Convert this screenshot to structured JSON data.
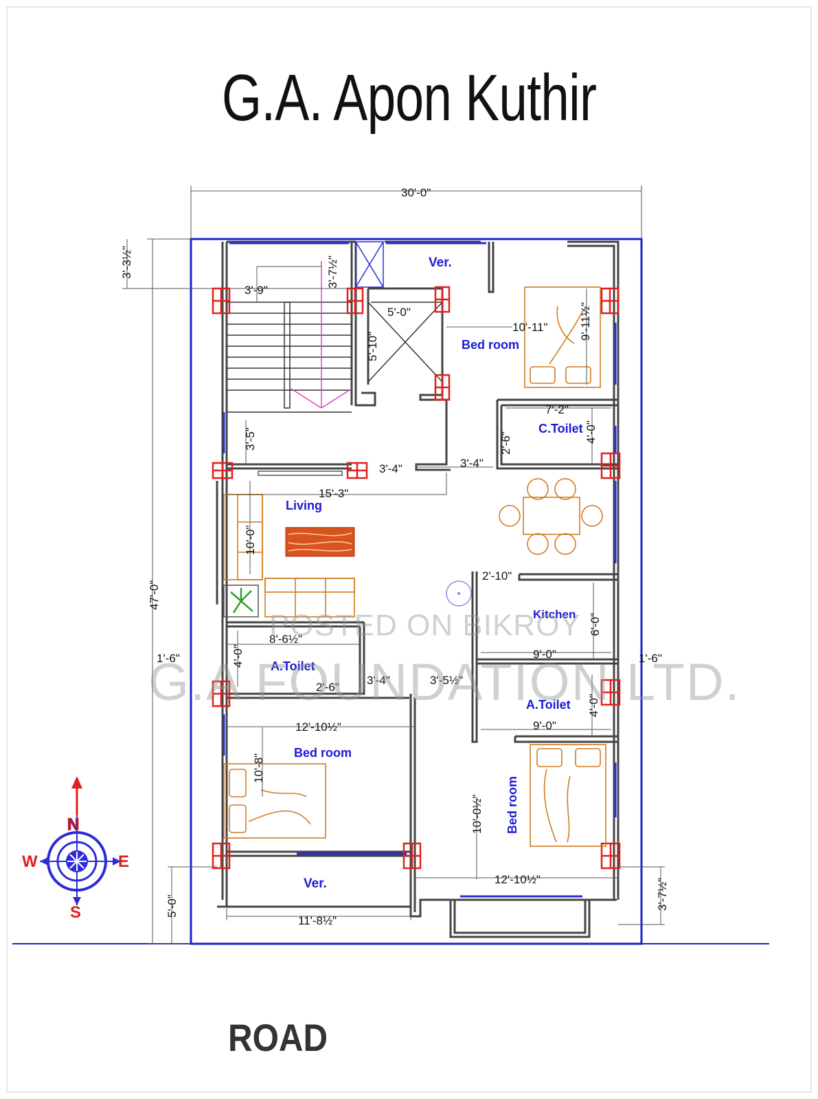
{
  "title": "G.A. Apon Kuthir",
  "road_label": "ROAD",
  "watermark": {
    "posted": "POSTED ON BIKROY",
    "company": "G.A FOUNDATION LTD."
  },
  "rooms": {
    "veranda_top": "Ver.",
    "bedroom_ne": "Bed room",
    "common_toilet": "C.Toilet",
    "living": "Living",
    "kitchen": "Kitchen",
    "attached_toilet_w": "A.Toilet",
    "attached_toilet_e": "A.Toilet",
    "bedroom_sw": "Bed room",
    "bedroom_se": "Bed room",
    "veranda_bottom": "Ver."
  },
  "dimensions": {
    "overall_width": "30'-0\"",
    "overall_depth": "47'-0\"",
    "top_setback": "3'-3½\"",
    "stair_width": "3'-9\"",
    "stair_gap": "3'-7½\"",
    "lift_width": "5'-0\"",
    "lift_depth": "5'-10\"",
    "bed_ne_width": "10'-11\"",
    "bed_ne_depth": "9'-11½\"",
    "ctoilet_width": "7'-2\"",
    "ctoilet_depth": "4'-0\"",
    "ctoilet_door": "2'-6\"",
    "stair_landing": "3'-5\"",
    "lobby_a": "3'-4\"",
    "lobby_b": "3'-4\"",
    "living_width": "15'-3\"",
    "living_depth": "10'-0\"",
    "kitchen_gap": "2'-10\"",
    "kitchen_depth": "6'-0\"",
    "atoilet_w_width": "8'-6½\"",
    "atoilet_w_depth": "4'-0\"",
    "atoilet_w_door": "2'-6\"",
    "side_left": "1'-6\"",
    "side_right": "1'-6\"",
    "passage_a": "3'-4\"",
    "passage_b": "3'-5½\"",
    "kitchen_width": "9'-0\"",
    "atoilet_e_width": "9'-0\"",
    "atoilet_e_depth": "4'-0\"",
    "bed_sw_width": "12'-10½\"",
    "bed_sw_depth": "10'-8\"",
    "bed_se_depth": "10'-0½\"",
    "bed_se_width": "12'-10½\"",
    "ver_bottom_width": "11'-8½\"",
    "front_setback": "5'-0\"",
    "front_right": "3'-7½\""
  },
  "compass": {
    "n": "N",
    "s": "S",
    "e": "E",
    "w": "W"
  }
}
